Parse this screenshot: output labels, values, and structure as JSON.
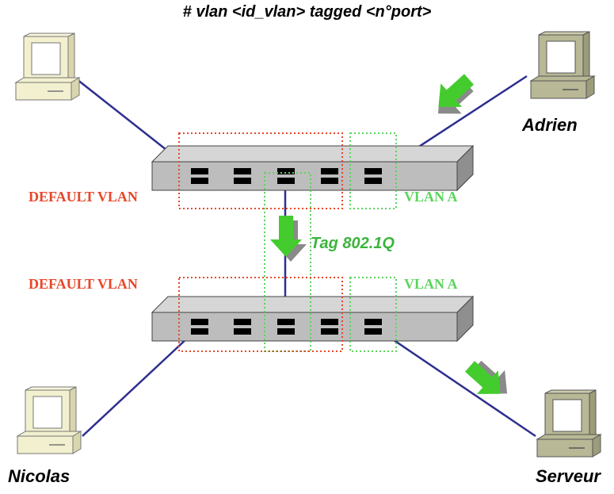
{
  "title": "# vlan <id_vlan> tagged <n°port>",
  "labels": {
    "adrien": "Adrien",
    "nicolas": "Nicolas",
    "serveur": "Serveur",
    "tag": "Tag 802.1Q",
    "default_vlan_top": "DEFAULT VLAN",
    "default_vlan_bottom": "DEFAULT VLAN",
    "vlan_a_top": "VLAN A",
    "vlan_a_bottom": "VLAN A"
  },
  "colors": {
    "default_vlan": "#e8472a",
    "vlan_a": "#5cd45c",
    "link": "#2e2e8f",
    "arrow": "#44cc2e",
    "arrow_shadow": "#8a8a8a",
    "switch_body": "#bdbdbd",
    "pc_plain": "#f2f0cf",
    "pc_highlight": "#b8b896"
  },
  "icons": [
    "computer-icon",
    "network-switch-icon",
    "arrow-icon"
  ]
}
